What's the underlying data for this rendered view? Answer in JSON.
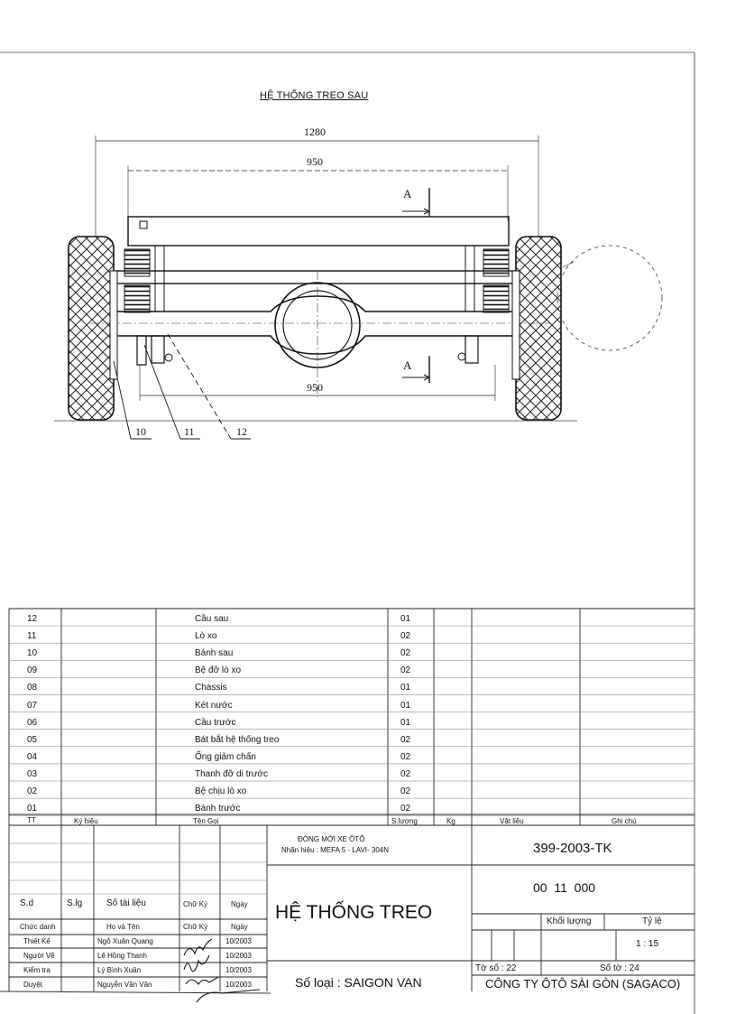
{
  "drawing": {
    "title": "HỆ THỐNG TREO SAU",
    "dimensions": {
      "overall": "1280",
      "upper": "950",
      "lower": "950"
    },
    "section_marks": [
      "A",
      "A"
    ],
    "leader_labels": [
      "10",
      "11",
      "12"
    ]
  },
  "parts_table": {
    "rows": [
      {
        "tt": "12",
        "name": "Cầu sau",
        "qty": "01"
      },
      {
        "tt": "11",
        "name": "Lò xo",
        "qty": "02"
      },
      {
        "tt": "10",
        "name": "Bánh sau",
        "qty": "02"
      },
      {
        "tt": "09",
        "name": "Bệ đỡ lò xo",
        "qty": "02"
      },
      {
        "tt": "08",
        "name": "Chassis",
        "qty": "01"
      },
      {
        "tt": "07",
        "name": "Két nước",
        "qty": "01"
      },
      {
        "tt": "06",
        "name": "Cầu trước",
        "qty": "01"
      },
      {
        "tt": "05",
        "name": "Bát bắt hệ thống treo",
        "qty": "02"
      },
      {
        "tt": "04",
        "name": "Ống giảm chấn",
        "qty": "02"
      },
      {
        "tt": "03",
        "name": "Thanh đỡ di trước",
        "qty": "02"
      },
      {
        "tt": "02",
        "name": "Bệ chịu lò xo",
        "qty": "02"
      },
      {
        "tt": "01",
        "name": "Bánh trước",
        "qty": "02"
      }
    ],
    "headers": {
      "tt": "TT",
      "ky_hieu": "Ký hiệu",
      "ten_goi": "Tên Gọi",
      "so_luong": "S.lượng",
      "kg": "Kg",
      "vat_lieu": "Vật liệu",
      "ghi_chu": "Ghi chú"
    }
  },
  "title_block": {
    "project_line1": "ĐÓNG MỚI XE ÔTÔ",
    "project_line2": "Nhãn hiệu : MEFA 5 - LAVI- 304N",
    "drawing_code": "399-2003-TK",
    "sheet_code": "00  11  000",
    "drawing_name": "HỆ THỐNG TREO",
    "khoi_luong_label": "Khối  lượng",
    "ty_le_label": "Tỷ lệ",
    "ty_le_value": "1 : 15",
    "to_so": "Tờ số : 22",
    "so_to": "Số tờ : 24",
    "so_loai": "Số loại : SAIGON VAN",
    "company": "CÔNG TY ÔTÔ SÀI GÒN (SAGACO)",
    "rev_headers": {
      "sd": "S.d",
      "slg": "S.lg",
      "so_tai_lieu": "Số tài liệu",
      "chu_ky": "Chữ Ký",
      "ngay": "Ngày"
    },
    "sign_headers": {
      "chuc_danh": "Chức danh",
      "ho_ten": "Họ và Tên",
      "chu_ky": "Chữ Ký",
      "ngay": "Ngày"
    },
    "signatories": [
      {
        "role": "Thiết Kế",
        "name": "Ngô Xuân Quang",
        "date": "10/2003"
      },
      {
        "role": "Người Vẽ",
        "name": "Lê Hồng Thanh",
        "date": "10/2003"
      },
      {
        "role": "Kiểm tra",
        "name": "Lý Bình Xuân",
        "date": "10/2003"
      },
      {
        "role": "Duyệt",
        "name": "Nguyễn Văn Vân",
        "date": "10/2003"
      }
    ]
  }
}
